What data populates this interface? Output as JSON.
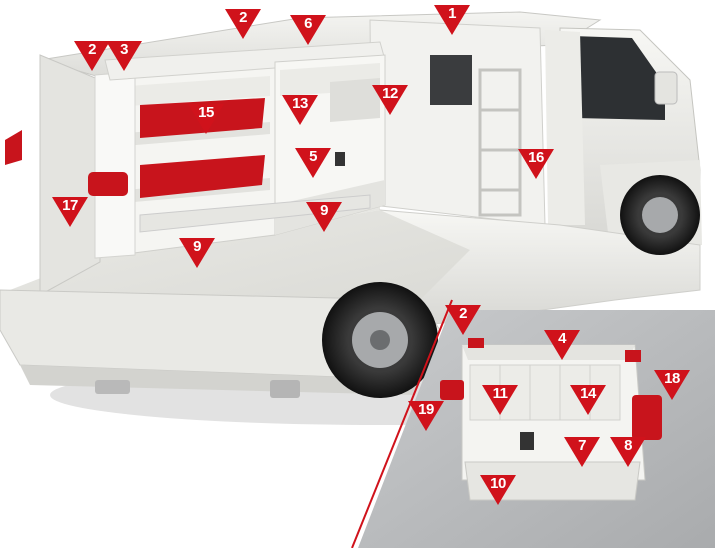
{
  "colors": {
    "marker": "#d0121b",
    "marker_text": "#ffffff",
    "inset_bg": "#b9bbbd",
    "van_body": "#eeeeea"
  },
  "markers": [
    {
      "label": "1"
    },
    {
      "label": "2"
    },
    {
      "label": "3"
    },
    {
      "label": "2"
    },
    {
      "label": "6"
    },
    {
      "label": "13"
    },
    {
      "label": "12"
    },
    {
      "label": "15"
    },
    {
      "label": "5"
    },
    {
      "label": "16"
    },
    {
      "label": "17"
    },
    {
      "label": "9"
    },
    {
      "label": "9"
    },
    {
      "label": "2"
    },
    {
      "label": "4"
    },
    {
      "label": "18"
    },
    {
      "label": "19"
    },
    {
      "label": "11"
    },
    {
      "label": "14"
    },
    {
      "label": "7"
    },
    {
      "label": "8"
    },
    {
      "label": "10"
    }
  ]
}
